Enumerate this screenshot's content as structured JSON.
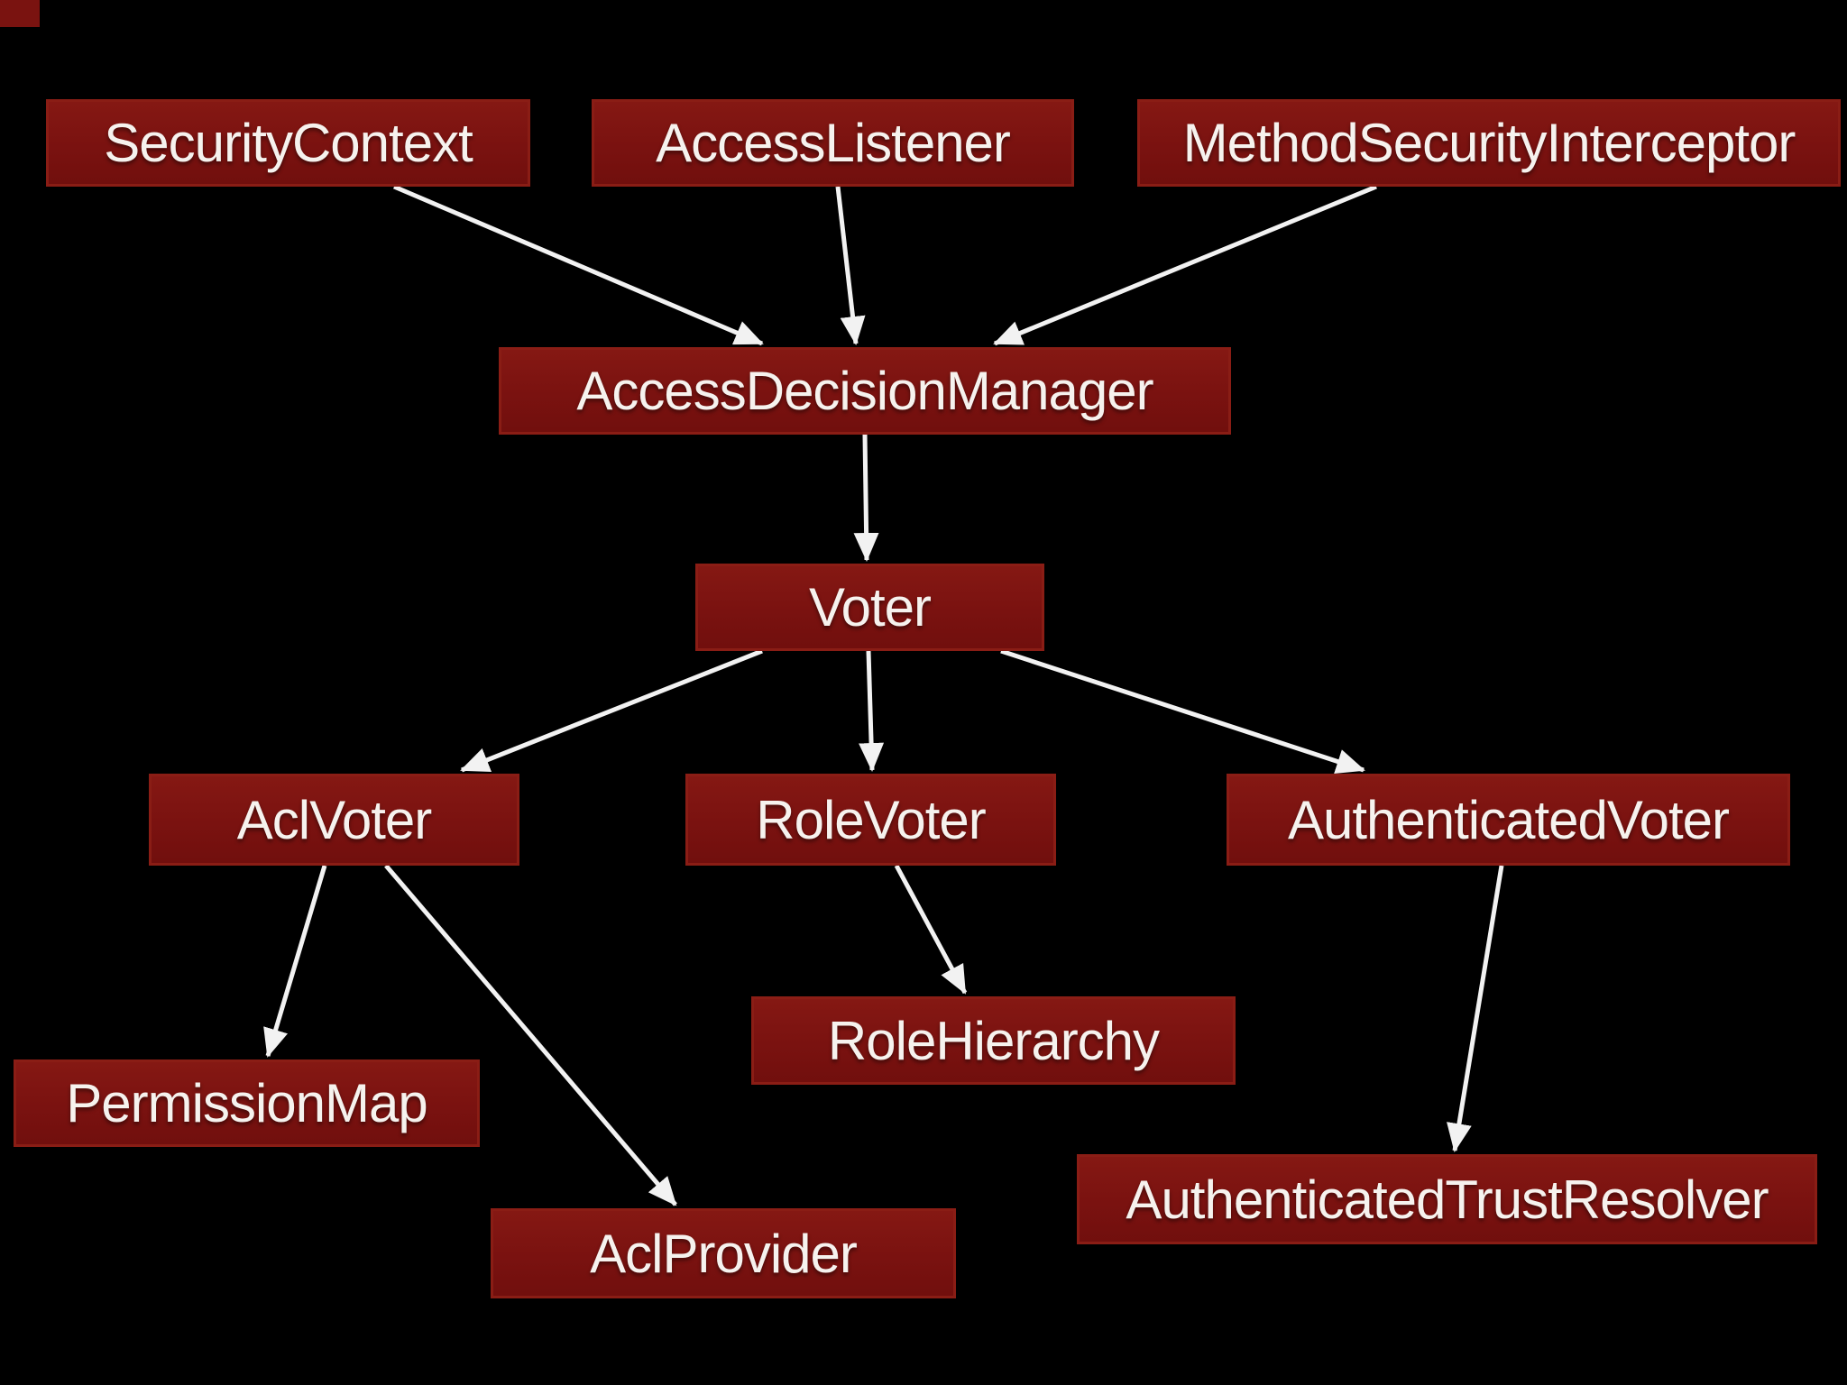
{
  "diagram": {
    "background_color": "#000000",
    "node_fill_color": "#7a1210",
    "node_border_color": "#8a1d15",
    "node_text_color": "#f6f2ee",
    "arrow_color": "#f2f2f2",
    "nodes": {
      "security_context": {
        "label": "SecurityContext"
      },
      "access_listener": {
        "label": "AccessListener"
      },
      "method_security_interceptor": {
        "label": "MethodSecurityInterceptor"
      },
      "access_decision_manager": {
        "label": "AccessDecisionManager"
      },
      "voter": {
        "label": "Voter"
      },
      "acl_voter": {
        "label": "AclVoter"
      },
      "role_voter": {
        "label": "RoleVoter"
      },
      "authenticated_voter": {
        "label": "AuthenticatedVoter"
      },
      "role_hierarchy": {
        "label": "RoleHierarchy"
      },
      "permission_map": {
        "label": "PermissionMap"
      },
      "acl_provider": {
        "label": "AclProvider"
      },
      "authenticated_trust_resolver": {
        "label": "AuthenticatedTrustResolver"
      }
    },
    "edges": [
      {
        "from": "SecurityContext",
        "to": "AccessDecisionManager"
      },
      {
        "from": "AccessListener",
        "to": "AccessDecisionManager"
      },
      {
        "from": "MethodSecurityInterceptor",
        "to": "AccessDecisionManager"
      },
      {
        "from": "AccessDecisionManager",
        "to": "Voter"
      },
      {
        "from": "Voter",
        "to": "AclVoter"
      },
      {
        "from": "Voter",
        "to": "RoleVoter"
      },
      {
        "from": "Voter",
        "to": "AuthenticatedVoter"
      },
      {
        "from": "AclVoter",
        "to": "PermissionMap"
      },
      {
        "from": "AclVoter",
        "to": "AclProvider"
      },
      {
        "from": "RoleVoter",
        "to": "RoleHierarchy"
      },
      {
        "from": "AuthenticatedVoter",
        "to": "AuthenticatedTrustResolver"
      }
    ]
  }
}
